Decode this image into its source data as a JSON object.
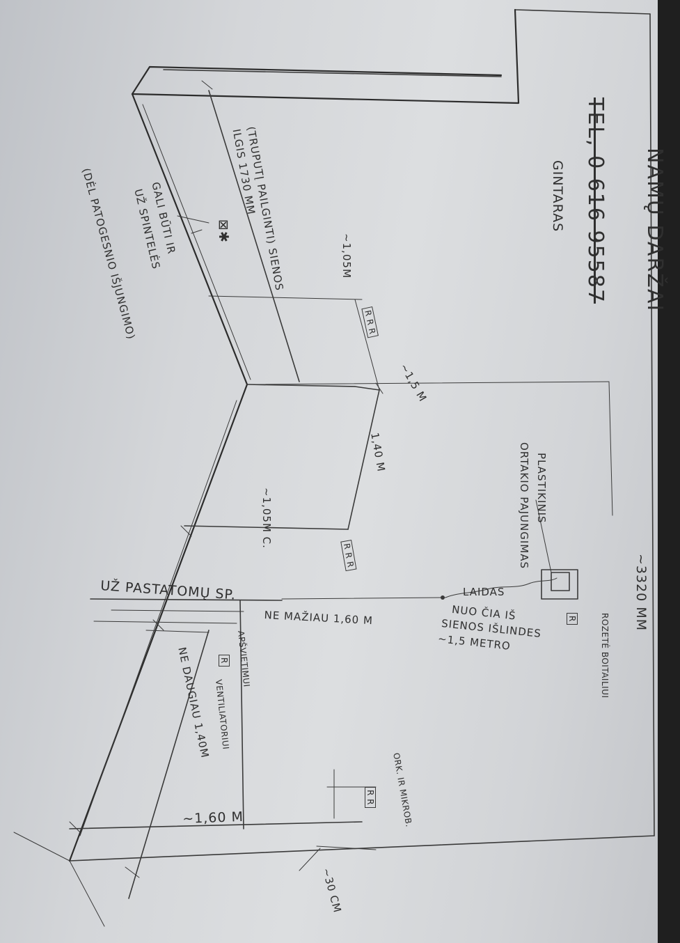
{
  "header": {
    "title": "NAMŲ DARŽAI",
    "phone": "TEL, 0 616 95587",
    "name": "GINTARAS"
  },
  "notes": {
    "wall_length": "(TRUPUTĮ PAILGINTI) SIENOS ILGIS 1730 MM",
    "shelves_line1": "GALI BŪTI IR",
    "shelves_line2": "UŽ SPINTELĖS",
    "shelves_line3": "(DĖL PATOGESNIO IŠJUNGIMO)",
    "socket_symbol": "⊠✱",
    "plastic_line1": "PLASTIKINIS",
    "plastic_line2": "ORTAKIO PAJUNGIMAS",
    "right_length": "~3320 MM",
    "socket_tag": "R",
    "socket_boiler": "ROZETĖ BOITAILIUI",
    "cable": "LAIDAS",
    "cable_dist_line1": "NUO ČIA IŠ",
    "cable_dist_line2": "SIENOS IŠLINDES",
    "cable_dist_line3": "~1,5 METRO",
    "behind_building": "UŽ PASTATOMŲ SP.",
    "not_less": "NE MAŽIAU 1,60 M",
    "not_more": "NE DAUGIAU 1,40M",
    "dist_105_a": "~1,05M",
    "dist_105_b": "~1,05M C.",
    "dist_15": "~1,5 M",
    "dist_140": "1,40 M",
    "dist_160": "~1,60 M",
    "dist_30": "~30 CM",
    "rrr": "R R R",
    "rr": "R R",
    "r_single": "R",
    "lighting": "APŠVIETIMUI",
    "ventilator": "VENTILIATORIUI",
    "micro": "ORK. IR MIKROB."
  },
  "colors": {
    "pencil": "#3a3a3a",
    "paper": "#d6d8db",
    "background": "#1f1f1f"
  }
}
